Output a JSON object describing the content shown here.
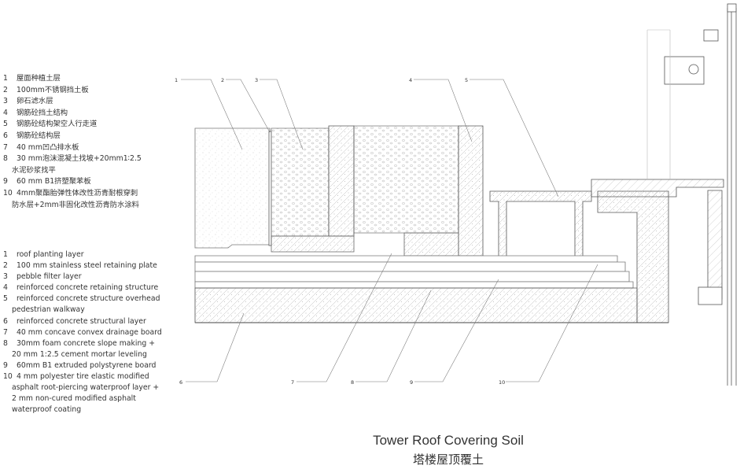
{
  "legend_cn": [
    {
      "num": "1",
      "lines": [
        "屋面种植土层"
      ]
    },
    {
      "num": "2",
      "lines": [
        "100mm不锈钢挡土板"
      ]
    },
    {
      "num": "3",
      "lines": [
        "卵石滤水层"
      ]
    },
    {
      "num": "4",
      "lines": [
        "钢筋砼挡土结构"
      ]
    },
    {
      "num": "5",
      "lines": [
        "钢筋砼结构架空人行走道"
      ]
    },
    {
      "num": "6",
      "lines": [
        "钢筋砼结构层"
      ]
    },
    {
      "num": "7",
      "lines": [
        "40 mm凹凸排水板"
      ]
    },
    {
      "num": "8",
      "lines": [
        "30 mm泡沫混凝土找坡+20mm1∶2.5",
        "水泥砂浆找平"
      ]
    },
    {
      "num": "9",
      "lines": [
        "60 mm B1挤塑聚苯板"
      ]
    },
    {
      "num": "10",
      "lines": [
        "4mm聚酯胎弹性体改性沥青耐根穿刺",
        "防水层+2mm非固化改性沥青防水涂料"
      ]
    }
  ],
  "legend_en": [
    {
      "num": "1",
      "lines": [
        "roof planting layer"
      ]
    },
    {
      "num": "2",
      "lines": [
        "100 mm stainless steel retaining plate"
      ]
    },
    {
      "num": "3",
      "lines": [
        "pebble filter layer"
      ]
    },
    {
      "num": "4",
      "lines": [
        "reinforced concrete retaining structure"
      ]
    },
    {
      "num": "5",
      "lines": [
        "reinforced concrete structure  overhead",
        "pedestrian walkway"
      ]
    },
    {
      "num": "6",
      "lines": [
        "reinforced concrete structural layer"
      ]
    },
    {
      "num": "7",
      "lines": [
        "40 mm concave convex drainage board"
      ]
    },
    {
      "num": "8",
      "lines": [
        "30mm foam concrete slope making +",
        "20 mm 1:2.5 cement mortar leveling"
      ]
    },
    {
      "num": "9",
      "lines": [
        "60mm B1 extruded polystyrene board"
      ]
    },
    {
      "num": "10",
      "lines": [
        "4 mm polyester tire elastic modified",
        "asphalt root-piercing waterproof layer +",
        "2 mm non-cured modified asphalt",
        "waterproof coating"
      ]
    }
  ],
  "callouts_top": [
    "1",
    "2",
    "3",
    "4",
    "5"
  ],
  "callouts_bottom": [
    "6",
    "7",
    "8",
    "9",
    "10"
  ],
  "caption": {
    "en": "Tower Roof Covering Soil",
    "cn": "塔楼屋顶覆土"
  },
  "colors": {
    "line": "#555555",
    "text": "#333333",
    "hatch": "#9a9a9a"
  }
}
